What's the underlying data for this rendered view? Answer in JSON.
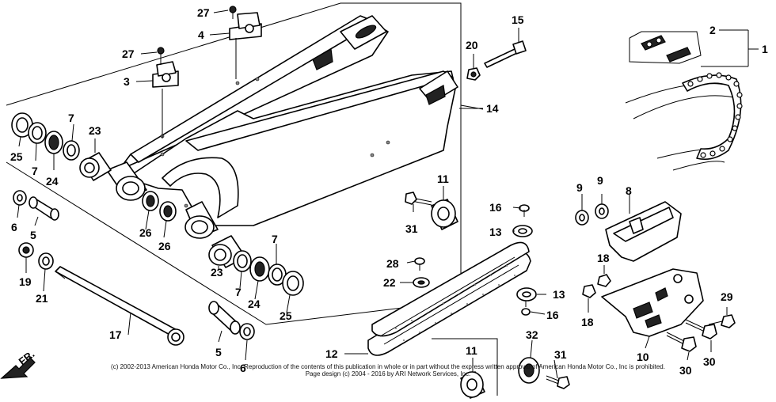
{
  "diagram": {
    "front_marker": "FR.",
    "callouts": [
      {
        "id": "c1",
        "text": "1"
      },
      {
        "id": "c2",
        "text": "2"
      },
      {
        "id": "c3",
        "text": "3"
      },
      {
        "id": "c4",
        "text": "4"
      },
      {
        "id": "c5a",
        "text": "5"
      },
      {
        "id": "c5b",
        "text": "5"
      },
      {
        "id": "c6a",
        "text": "6"
      },
      {
        "id": "c6b",
        "text": "6"
      },
      {
        "id": "c7a",
        "text": "7"
      },
      {
        "id": "c7b",
        "text": "7"
      },
      {
        "id": "c7c",
        "text": "7"
      },
      {
        "id": "c7d",
        "text": "7"
      },
      {
        "id": "c8",
        "text": "8"
      },
      {
        "id": "c9a",
        "text": "9"
      },
      {
        "id": "c9b",
        "text": "9"
      },
      {
        "id": "c10",
        "text": "10"
      },
      {
        "id": "c11a",
        "text": "11"
      },
      {
        "id": "c11b",
        "text": "11"
      },
      {
        "id": "c12",
        "text": "12"
      },
      {
        "id": "c13a",
        "text": "13"
      },
      {
        "id": "c13b",
        "text": "13"
      },
      {
        "id": "c14",
        "text": "14"
      },
      {
        "id": "c15",
        "text": "15"
      },
      {
        "id": "c16a",
        "text": "16"
      },
      {
        "id": "c16b",
        "text": "16"
      },
      {
        "id": "c17",
        "text": "17"
      },
      {
        "id": "c18a",
        "text": "18"
      },
      {
        "id": "c18b",
        "text": "18"
      },
      {
        "id": "c19",
        "text": "19"
      },
      {
        "id": "c20",
        "text": "20"
      },
      {
        "id": "c21",
        "text": "21"
      },
      {
        "id": "c22",
        "text": "22"
      },
      {
        "id": "c23a",
        "text": "23"
      },
      {
        "id": "c23b",
        "text": "23"
      },
      {
        "id": "c24a",
        "text": "24"
      },
      {
        "id": "c24b",
        "text": "24"
      },
      {
        "id": "c25a",
        "text": "25"
      },
      {
        "id": "c25b",
        "text": "25"
      },
      {
        "id": "c26a",
        "text": "26"
      },
      {
        "id": "c26b",
        "text": "26"
      },
      {
        "id": "c27a",
        "text": "27"
      },
      {
        "id": "c27b",
        "text": "27"
      },
      {
        "id": "c28",
        "text": "28"
      },
      {
        "id": "c29",
        "text": "29"
      },
      {
        "id": "c30a",
        "text": "30"
      },
      {
        "id": "c30b",
        "text": "30"
      },
      {
        "id": "c31a",
        "text": "31"
      },
      {
        "id": "c31b",
        "text": "31"
      },
      {
        "id": "c32",
        "text": "32"
      }
    ]
  },
  "footer": {
    "copyright": "(c) 2002-2013 American Honda Motor Co., Inc. Reproduction of the contents of this publication in whole or in part without the express written approval of American Honda Motor Co., Inc is prohibited.",
    "page_design": "Page design (c) 2004 - 2016 by ARI Network Services, Inc."
  }
}
